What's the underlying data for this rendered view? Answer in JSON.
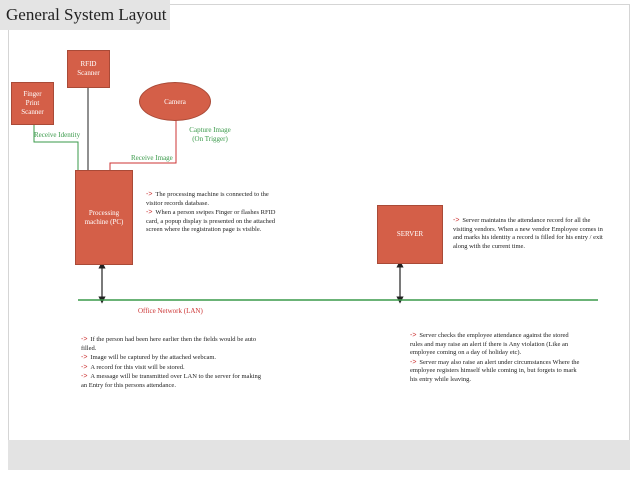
{
  "title": "General System Layout",
  "nodes": {
    "finger": "Finger\nPrint\nScanner",
    "rfid": "RFID\nScanner",
    "camera": "Camera",
    "pc": "Processing\nmachine (PC)",
    "server": "SERVER"
  },
  "labels": {
    "receive_identity": "Receive Identity",
    "capture_image": "Capture Image\n(On Trigger)",
    "receive_image": "Receive Image",
    "network": "Office Network (LAN)"
  },
  "arrow_symbol": "->",
  "notes": {
    "pc_notes": [
      "The processing machine is connected to the visitor records database.",
      "When a person swipes Finger or flashes RFID card, a popup display is presented on the attached screen where the registration page is visible."
    ],
    "server_note": [
      "Server maintains the attendance record  for all the visiting vendors. When a new vendor Employee comes in and marks his identity a record is filled for his entry / exit along with the current time."
    ],
    "flow_notes": [
      "If the person had been here earlier then the fields would be auto filled.",
      "Image will be captured by the attached webcam.",
      "A record for this visit will be stored.",
      "A message will be transmitted over LAN to the server for making an Entry for this persons attendance."
    ],
    "server_check_notes": [
      "Server checks the employee attendance against the stored rules and may raise an alert if there is Any violation (Like an employee coming on a day of holiday etc).",
      "Server may also raise an alert under circumstances Where the employee registers himself while coming in, but forgets  to mark his entry while leaving."
    ]
  },
  "colors": {
    "node_fill": "#d45f48",
    "line_green": "#3a9a4a",
    "line_red": "#cc3333"
  }
}
